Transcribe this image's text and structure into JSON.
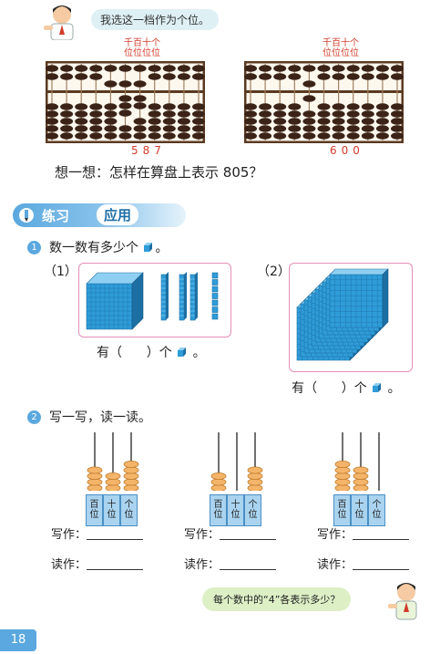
{
  "top_bubble": "我选这一档作为个位。",
  "abacus_left": {
    "places": [
      "千",
      "百",
      "十",
      "个"
    ],
    "places_sub": [
      "位",
      "位",
      "位",
      "位"
    ],
    "number": "587"
  },
  "abacus_right": {
    "places": [
      "千",
      "百",
      "十",
      "个"
    ],
    "places_sub": [
      "位",
      "位",
      "位",
      "位"
    ],
    "number": "600"
  },
  "think_text": "想一想：怎样在算盘上表示 805？",
  "section": {
    "part1": "练习",
    "part2": "应用"
  },
  "q1": {
    "num": "1",
    "text": "数一数有多少个",
    "end": "。",
    "sub1": "（1）",
    "sub2": "（2）",
    "answer_prefix": "有（",
    "answer_mid": "）个",
    "answer_end": "。"
  },
  "q2": {
    "num": "2",
    "text": "写一写，读一读。",
    "place_labels": [
      "百位",
      "十位",
      "个位"
    ],
    "counters": [
      [
        4,
        3,
        5
      ],
      [
        3,
        0,
        4
      ],
      [
        5,
        4,
        0
      ]
    ],
    "write_label": "写作：",
    "read_label": "读作："
  },
  "bottom_bubble": "每个数中的“4”各表示多少？",
  "page_number": "18",
  "colors": {
    "accent": "#5aa8df",
    "red": "#d23b2b",
    "bead": "#3b2317",
    "cube": "#2e9cd8",
    "pink": "#e58fb6"
  }
}
